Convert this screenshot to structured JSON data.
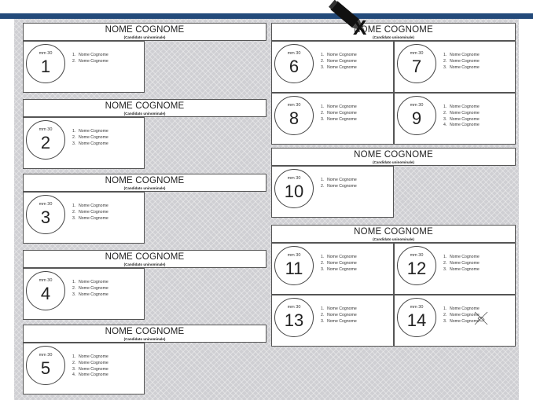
{
  "header_text": {
    "title": "NOME COGNOME",
    "subtitle": "(Candidato uninominale)"
  },
  "mm_label": "mm 30",
  "colors": {
    "top_bar": "#234a7a",
    "pattern_bg": "#cfcfd3"
  },
  "icons": {
    "pen": "marker-pen-icon",
    "mark": "x-mark-icon"
  },
  "mark_letter": "X",
  "groups": [
    {
      "id": "A",
      "lists": [
        {
          "number": "1",
          "candidates": [
            "Nome Cognome",
            "Nome Cognome"
          ]
        }
      ]
    },
    {
      "id": "B",
      "lists": [
        {
          "number": "2",
          "candidates": [
            "Nome Cognome",
            "Nome Cognome",
            "Nome Cognome"
          ]
        }
      ]
    },
    {
      "id": "C",
      "lists": [
        {
          "number": "3",
          "candidates": [
            "Nome Cognome",
            "Nome Cognome",
            "Nome Cognome"
          ]
        }
      ]
    },
    {
      "id": "D",
      "lists": [
        {
          "number": "4",
          "candidates": [
            "Nome Cognome",
            "Nome Cognome",
            "Nome Cognome"
          ]
        }
      ]
    },
    {
      "id": "E",
      "lists": [
        {
          "number": "5",
          "candidates": [
            "Nome Cognome",
            "Nome Cognome",
            "Nome Cognome",
            "Nome Cognome"
          ]
        }
      ]
    },
    {
      "id": "F",
      "lists": [
        {
          "number": "6",
          "candidates": [
            "Nome Cognome",
            "Nome Cognome",
            "Nome Cognome"
          ]
        },
        {
          "number": "7",
          "candidates": [
            "Nome Cognome",
            "Nome Cognome",
            "Nome Cognome"
          ]
        },
        {
          "number": "8",
          "candidates": [
            "Nome Cognome",
            "Nome Cognome",
            "Nome Cognome"
          ]
        },
        {
          "number": "9",
          "candidates": [
            "Nome Cognome",
            "Nome Cognome",
            "Nome Cognome",
            "Nome Cognome"
          ]
        }
      ]
    },
    {
      "id": "G",
      "lists": [
        {
          "number": "10",
          "candidates": [
            "Nome Cognome",
            "Nome Cognome"
          ]
        }
      ]
    },
    {
      "id": "H",
      "lists": [
        {
          "number": "11",
          "candidates": [
            "Nome Cognome",
            "Nome Cognome",
            "Nome Cognome"
          ]
        },
        {
          "number": "12",
          "candidates": [
            "Nome Cognome",
            "Nome Cognome",
            "Nome Cognome"
          ]
        },
        {
          "number": "13",
          "candidates": [
            "Nome Cognome",
            "Nome Cognome",
            "Nome Cognome"
          ]
        },
        {
          "number": "14",
          "candidates": [
            "Nome Cognome",
            "Nome Cognome",
            "Nome Cognome"
          ]
        }
      ]
    }
  ]
}
